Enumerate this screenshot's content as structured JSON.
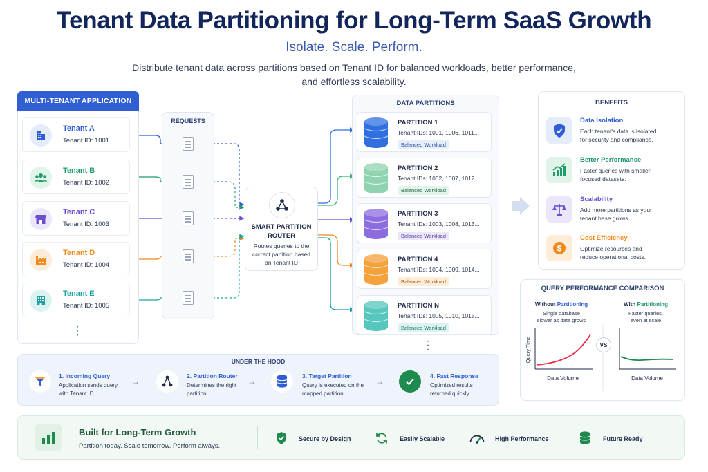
{
  "header": {
    "title": "Tenant Data Partitioning for Long-Term SaaS Growth",
    "subtitle": "Isolate. Scale. Perform.",
    "desc_line1": "Distribute tenant data across partitions based on Tenant ID for balanced workloads, better performance,",
    "desc_line2": "and effortless scalability."
  },
  "app": {
    "title": "MULTI-TENANT APPLICATION",
    "tenants": [
      {
        "name": "Tenant A",
        "id": "Tenant ID: 1001",
        "color": "#2f5fd3",
        "icon": "building-icon"
      },
      {
        "name": "Tenant B",
        "id": "Tenant ID: 1002",
        "color": "#1f9a6a",
        "icon": "users-icon"
      },
      {
        "name": "Tenant C",
        "id": "Tenant ID: 1003",
        "color": "#6b4fd0",
        "icon": "store-icon"
      },
      {
        "name": "Tenant D",
        "id": "Tenant ID: 1004",
        "color": "#f08a1c",
        "icon": "factory-icon"
      },
      {
        "name": "Tenant E",
        "id": "Tenant ID: 1005",
        "color": "#1aa3a3",
        "icon": "office-icon"
      }
    ]
  },
  "requests": {
    "title": "REQUESTS"
  },
  "router": {
    "title_line1": "SMART PARTITION",
    "title_line2": "ROUTER",
    "desc_line1": "Routes queries to the",
    "desc_line2": "correct partition based",
    "desc_line3": "on Tenant ID"
  },
  "partitions": {
    "title": "DATA PARTITIONS",
    "items": [
      {
        "name": "PARTITION 1",
        "ids": "Tenant IDs: 1001, 1006, 1011...",
        "badge": "Balanced Workload",
        "color": "#2f6fe0",
        "tint": "#e6eefc",
        "badge_fg": "#2c4f99"
      },
      {
        "name": "PARTITION 2",
        "ids": "Tenant IDs: 1002, 1007, 1012...",
        "badge": "Balanced Workload",
        "color": "#8fd3b0",
        "tint": "#e3f4ea",
        "badge_fg": "#1f6b45"
      },
      {
        "name": "PARTITION 3",
        "ids": "Tenant IDs: 1003, 1008, 1013...",
        "badge": "Balanced Workload",
        "color": "#8b6de0",
        "tint": "#ece6fb",
        "badge_fg": "#4f3ca3"
      },
      {
        "name": "PARTITION 4",
        "ids": "Tenant IDs: 1004, 1009, 1014...",
        "badge": "Balanced Workload",
        "color": "#f5a13c",
        "tint": "#fdecd8",
        "badge_fg": "#a2570c"
      },
      {
        "name": "PARTITION N",
        "ids": "Tenant IDs: 1005, 1010, 1015...",
        "badge": "Balanced Workload",
        "color": "#57c6bd",
        "tint": "#dcf3f1",
        "badge_fg": "#1a7770"
      }
    ]
  },
  "benefits": {
    "title": "BENEFITS",
    "items": [
      {
        "name": "Data Isolation",
        "l1": "Each tenant's data is isolated",
        "l2": "for security and compliance.",
        "icon": "shield-icon",
        "color": "#2f5fd3",
        "tint": "#e4ecfb"
      },
      {
        "name": "Better Performance",
        "l1": "Faster queries with smaller,",
        "l2": "focused datasets.",
        "icon": "chart-up-icon",
        "color": "#1f9a6a",
        "tint": "#e1f4ea"
      },
      {
        "name": "Scalability",
        "l1": "Add more partitions as your",
        "l2": "tenant base grows.",
        "icon": "scale-icon",
        "color": "#6b4fd0",
        "tint": "#ece6fb"
      },
      {
        "name": "Cost Efficiency",
        "l1": "Optimize resources and",
        "l2": "reduce operational costs.",
        "icon": "dollar-icon",
        "color": "#f08a1c",
        "tint": "#fdecd8"
      }
    ]
  },
  "qpc": {
    "title": "QUERY PERFORMANCE COMPARISON",
    "left_h_a": "Without ",
    "left_h_b": "Partitioning",
    "left_s1": "Single database",
    "left_s2": "slower as data grows",
    "right_h_a": "With ",
    "right_h_b": "Partitioning",
    "right_s1": "Faster queries,",
    "right_s2": "even at scale",
    "ylabel": "Query Time",
    "xlabel_left": "Data Volume",
    "xlabel_right": "Data Volume",
    "vs": "VS"
  },
  "under_the_hood": {
    "title": "UNDER THE HOOD",
    "steps": [
      {
        "name": "1. Incoming Query",
        "l1": "Application sends query",
        "l2": "with Tenant ID",
        "icon": "funnel-icon"
      },
      {
        "name": "2. Partition Router",
        "l1": "Determines the right",
        "l2": "partition",
        "icon": "router-icon"
      },
      {
        "name": "3. Target Partition",
        "l1": "Query is executed on the",
        "l2": "mapped partition",
        "icon": "database-icon"
      },
      {
        "name": "4. Fast Response",
        "l1": "Optimized results",
        "l2": "returned quickly",
        "icon": "check-icon"
      }
    ]
  },
  "footer": {
    "title": "Built for Long-Term Growth",
    "tagline": "Partition today. Scale tomorrow. Perform always.",
    "items": [
      {
        "label": "Secure by Design",
        "icon": "shield-icon"
      },
      {
        "label": "Easily Scalable",
        "icon": "refresh-icon"
      },
      {
        "label": "High Performance",
        "icon": "gauge-icon"
      },
      {
        "label": "Future Ready",
        "icon": "database-icon"
      }
    ]
  }
}
